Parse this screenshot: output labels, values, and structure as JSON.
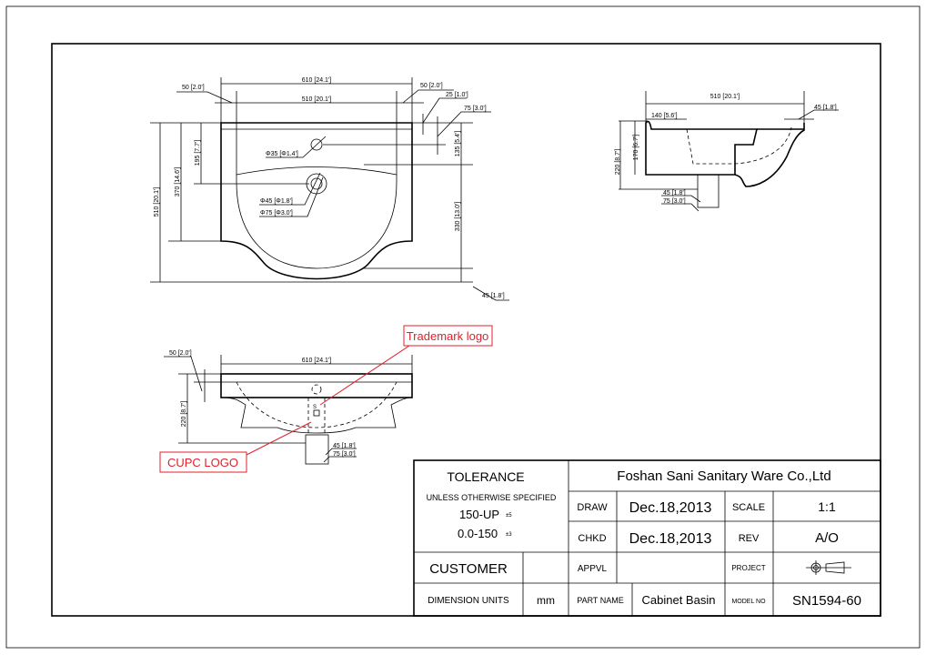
{
  "plan_view": {
    "overall_width": "610 [24.1']",
    "inner_width": "510 [20.1']",
    "left_margin": "50 [2.0']",
    "right_margin": "50 [2.0']",
    "rim": "25 [1.0']",
    "hole_offset": "75 [3.0']",
    "tap_hole": "Φ35 [Φ1.4']",
    "drain_inner": "Φ45 [Φ1.8']",
    "drain_outer": "Φ75 [Φ3.0']",
    "depth": "510 [20.1']",
    "cabinet_depth": "370 [14.6']",
    "drain_pos": "195 [7.7']",
    "tap_to_bowl": "135 [5.4']",
    "bowl_length": "330 [13.0']",
    "front_edge": "45 [1.8']"
  },
  "side_view": {
    "width": "510 [20.1']",
    "back": "140 [5.6']",
    "front": "45 [1.8']",
    "height": "220 [8.7']",
    "body_height": "170 [6.7']",
    "drain_inner": "45 [1.8']",
    "drain_outer": "75 [3.0']"
  },
  "front_view": {
    "width": "610 [24.1']",
    "rim": "50 [2.0']",
    "height": "220 [8.7']",
    "drain_inner": "45 [1.8']",
    "drain_outer": "75 [3.0']"
  },
  "annotations": {
    "trademark": "Trademark logo",
    "cupc": "CUPC LOGO",
    "color": "#e0212b"
  },
  "title_block": {
    "tolerance": "TOLERANCE",
    "unless": "UNLESS OTHERWISE SPECIFIED",
    "tol1": "150-UP",
    "tol1_pm": "±5",
    "tol2": "0.0-150",
    "tol2_pm": "±3",
    "company": "Foshan Sani Sanitary Ware Co.,Ltd",
    "draw_label": "DRAW",
    "draw_date": "Dec.18,2013",
    "scale_label": "SCALE",
    "scale": "1:1",
    "chkd_label": "CHKD",
    "chkd_date": "Dec.18,2013",
    "rev_label": "REV",
    "rev": "A/O",
    "customer_label": "CUSTOMER",
    "appvl_label": "APPVL",
    "project_label": "PROJECT",
    "units_label": "DIMENSION UNITS",
    "units": "mm",
    "part_label": "PART NAME",
    "part": "Cabinet Basin",
    "model_label": "MODEL NO",
    "model": "SN1594-60"
  }
}
